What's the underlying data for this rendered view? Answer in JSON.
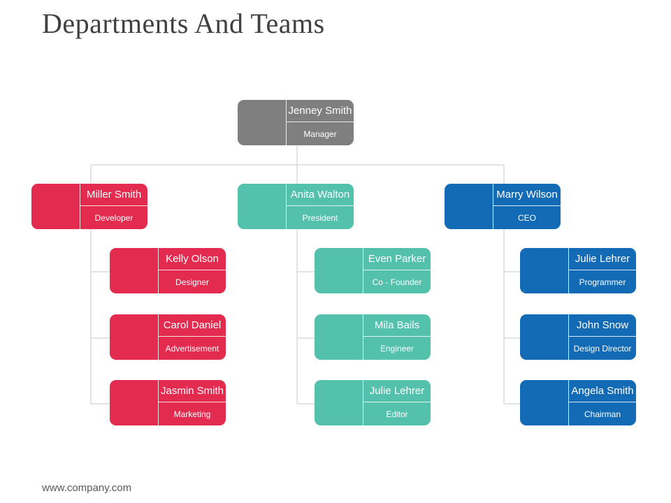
{
  "page": {
    "title": "Departments And Teams",
    "footer": "www.company.com"
  },
  "colors": {
    "manager": "#7f7f7f",
    "red_team": "#e32a4f",
    "teal_team": "#54c1ad",
    "blue_team": "#136ab5",
    "connector": "#c8c8c8"
  },
  "org": {
    "root": {
      "name": "Jenney Smith",
      "role": "Manager"
    },
    "heads": [
      {
        "name": "Miller Smith",
        "role": "Developer",
        "members": [
          {
            "name": "Kelly Olson",
            "role": "Designer"
          },
          {
            "name": "Carol Daniel",
            "role": "Advertisement"
          },
          {
            "name": "Jasmin Smith",
            "role": "Marketing"
          }
        ]
      },
      {
        "name": "Anita Walton",
        "role": "President",
        "members": [
          {
            "name": "Even Parker",
            "role": "Co - Founder"
          },
          {
            "name": "Mila Bails",
            "role": "Engineer"
          },
          {
            "name": "Julie Lehrer",
            "role": "Editor"
          }
        ]
      },
      {
        "name": "Marry Wilson",
        "role": "CEO",
        "members": [
          {
            "name": "Julie Lehrer",
            "role": "Programmer"
          },
          {
            "name": "John Snow",
            "role": "Design Director"
          },
          {
            "name": "Angela Smith",
            "role": "Chairman"
          }
        ]
      }
    ]
  }
}
